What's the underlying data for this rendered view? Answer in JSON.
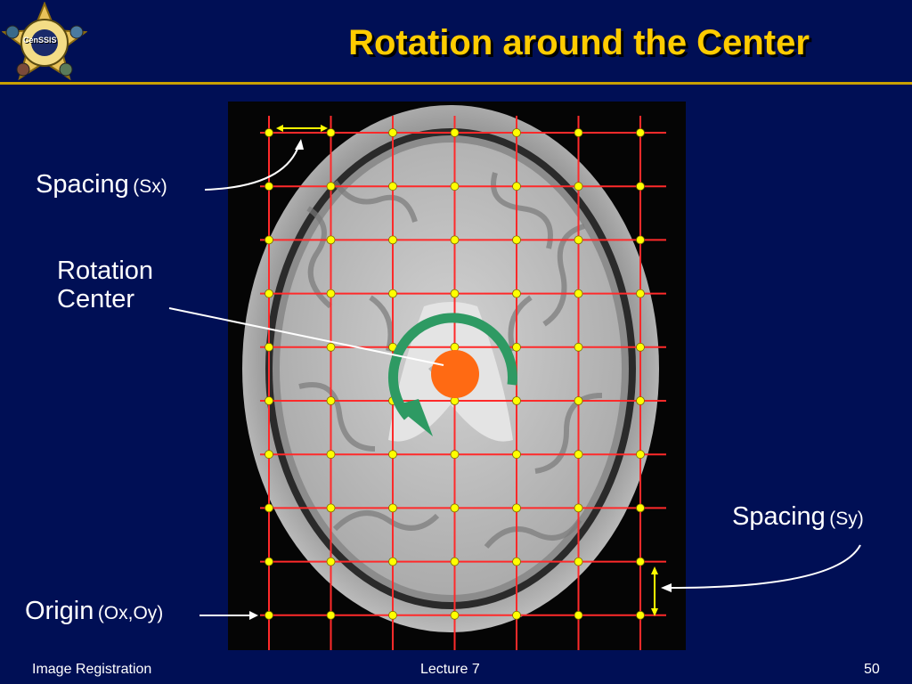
{
  "slide": {
    "title": "Rotation around the Center",
    "logo_text": "CenSSIS",
    "colors": {
      "background": "#000f55",
      "title": "#ffcc00",
      "grid": "#ff2a2a",
      "points": "#ffff00",
      "center": "#ff6a13",
      "rotation_arrow": "#2e9a63"
    }
  },
  "labels": {
    "spacing_sx_main": "Spacing",
    "spacing_sx_sub": "(Sx)",
    "rotation_center_line1": "Rotation",
    "rotation_center_line2": "Center",
    "spacing_sy_main": "Spacing",
    "spacing_sy_sub": "(Sy)",
    "origin_main": "Origin",
    "origin_sub": "(Ox,Oy)"
  },
  "footer": {
    "left": "Image Registration",
    "center": "Lecture 7",
    "page_number": "50"
  },
  "grid": {
    "columns": 7,
    "rows": 10
  },
  "icons": [
    "censsis-logo-icon",
    "rotation-arrow-icon",
    "rotation-center-icon"
  ]
}
